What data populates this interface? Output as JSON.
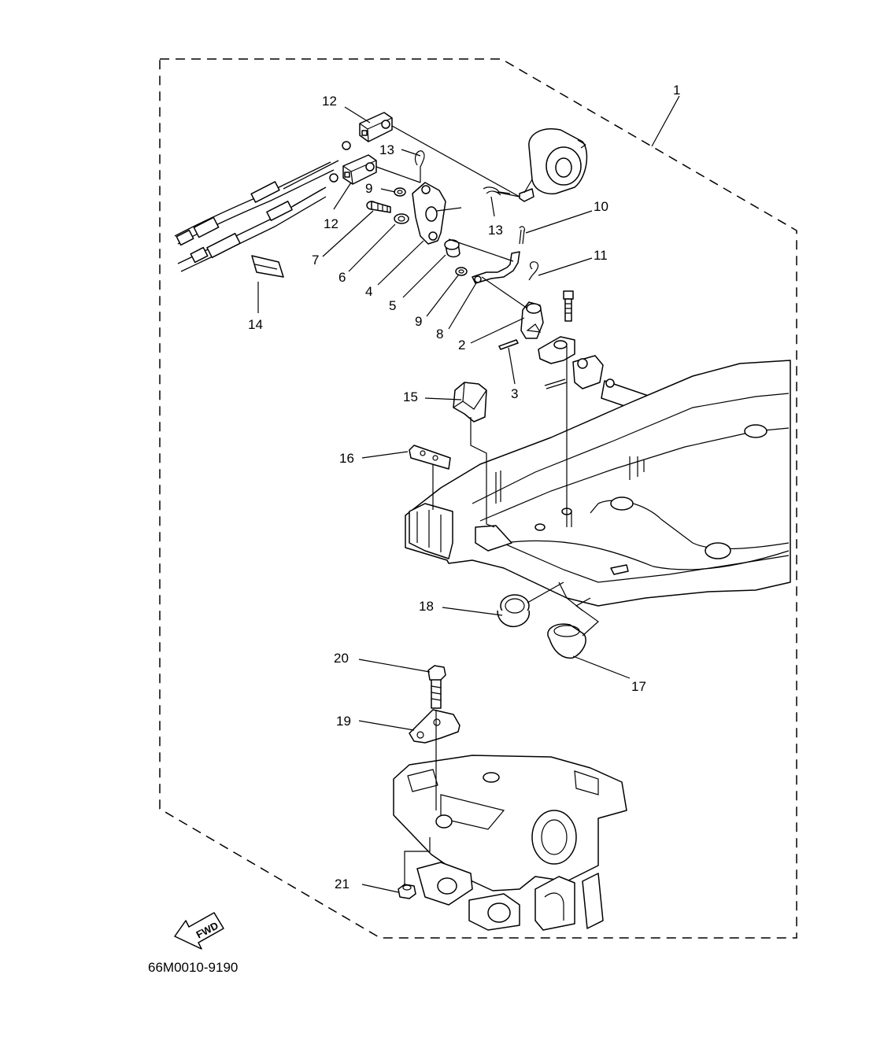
{
  "figure": {
    "drawing_code": "66M0010-9190",
    "fwd_label": "FWD"
  },
  "callouts": {
    "c1": "1",
    "c2": "2",
    "c3": "3",
    "c4": "4",
    "c5": "5",
    "c6": "6",
    "c7": "7",
    "c8": "8",
    "c9a": "9",
    "c9b": "9",
    "c10": "10",
    "c11": "11",
    "c12a": "12",
    "c12b": "12",
    "c13a": "13",
    "c13b": "13",
    "c14": "14",
    "c15": "15",
    "c16": "16",
    "c17": "17",
    "c18": "18",
    "c19": "19",
    "c20": "20",
    "c21": "21"
  }
}
